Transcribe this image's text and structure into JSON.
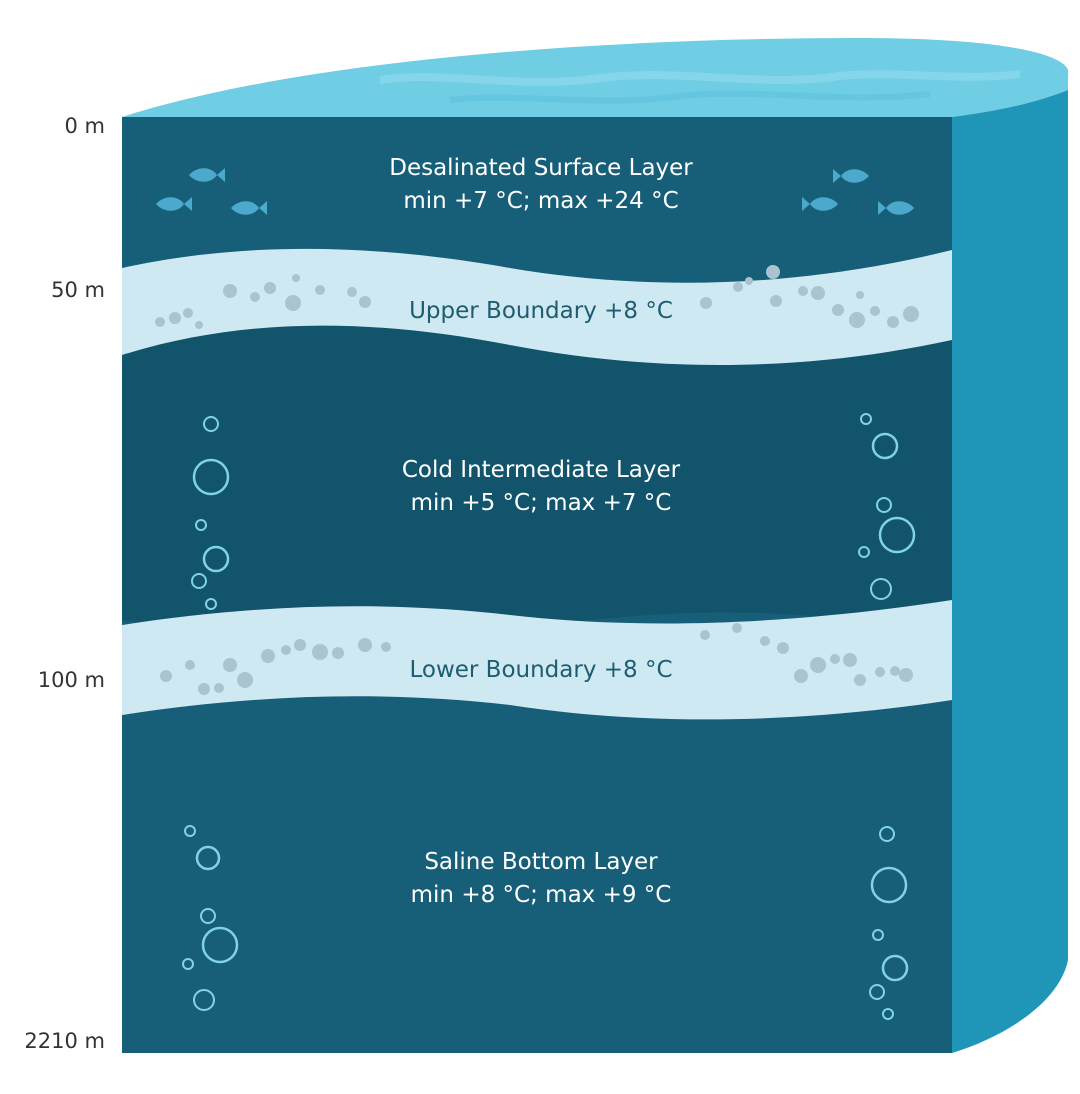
{
  "colors": {
    "surface_top": "#6fcde4",
    "side_face": "#1f95b8",
    "layer_surface": "#175f78",
    "layer_intermediate": "#12546b",
    "layer_bottom": "#175f78",
    "boundary_band": "#cfe9f3",
    "boundary_dots": "#a9c3cf",
    "boundary_text": "#1e5c72",
    "fish": "#4aa9cd",
    "bubble": "#7fd2e8",
    "label_text": "#ffffff",
    "depth_text": "#333333"
  },
  "depth_labels": [
    "0 m",
    "50 m",
    "100 m",
    "2210 m"
  ],
  "layers": {
    "surface": {
      "name": "Desalinated Surface Layer",
      "temp": "min +7 °C; max +24 °C"
    },
    "upper_boundary": {
      "name": "Upper Boundary +8 °C"
    },
    "intermediate": {
      "name": "Cold Intermediate Layer",
      "temp": "min +5 °C; max +7 °C"
    },
    "lower_boundary": {
      "name": "Lower Boundary +8 °C"
    },
    "bottom": {
      "name": "Saline Bottom Layer",
      "temp": "min +8 °C; max +9 °C"
    }
  },
  "icons": {
    "fish": "fish-icon",
    "bubble": "bubble-icon"
  }
}
